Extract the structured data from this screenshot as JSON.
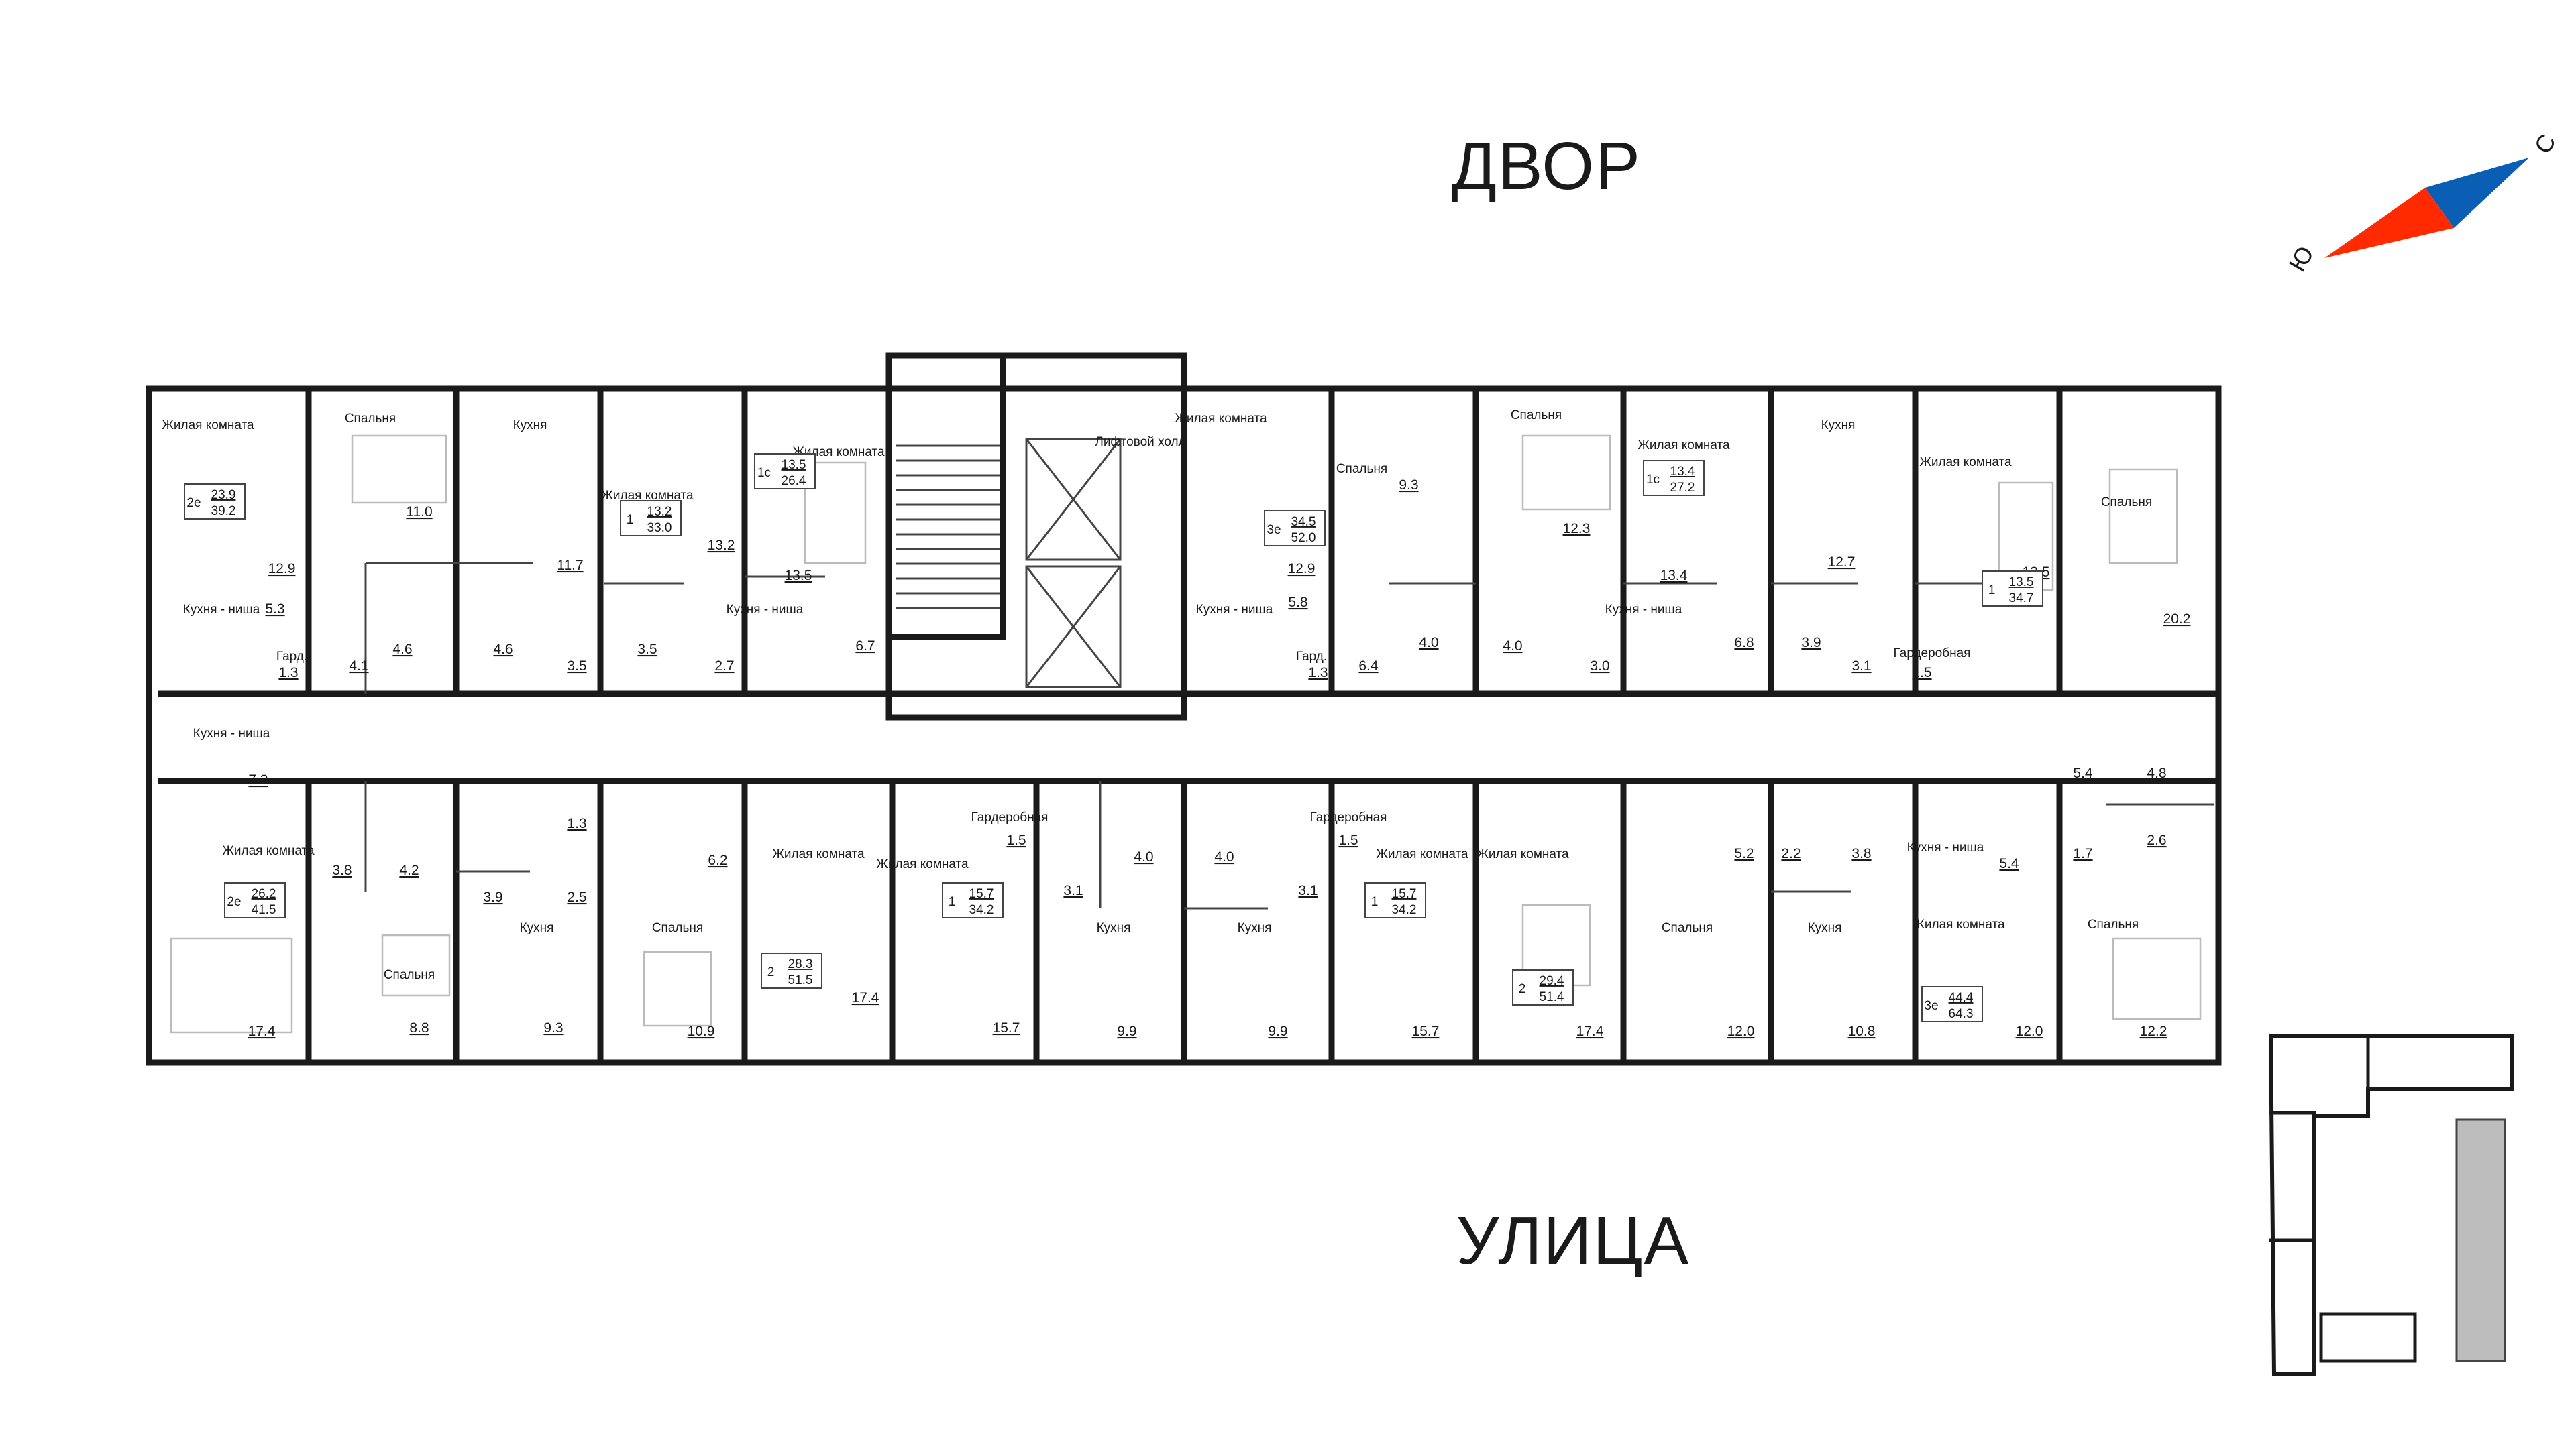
{
  "orientation": {
    "top_label": "ДВОР",
    "bottom_label": "УЛИЦА",
    "compass_north": "С",
    "compass_south": "Ю",
    "north_color": "#0a5fb4",
    "south_color": "#ff2a00"
  },
  "room_labels": [
    {
      "id": "a",
      "t": "Жилая комната"
    },
    {
      "id": "b",
      "t": "Спальня"
    },
    {
      "id": "c",
      "t": "Кухня"
    },
    {
      "id": "d",
      "t": "Жилая комната"
    },
    {
      "id": "e",
      "t": "Жилая комната"
    },
    {
      "id": "f",
      "t": "Кухня - ниша"
    },
    {
      "id": "g",
      "t": "Кухня - ниша"
    },
    {
      "id": "h",
      "t": "Лифтовой холл"
    },
    {
      "id": "i",
      "t": "Жилая комната"
    },
    {
      "id": "j",
      "t": "Спальня"
    },
    {
      "id": "k",
      "t": "Кухня - ниша"
    },
    {
      "id": "l",
      "t": "Спальня"
    },
    {
      "id": "m",
      "t": "Жилая комната"
    },
    {
      "id": "n",
      "t": "Кухня - ниша"
    },
    {
      "id": "o",
      "t": "Кухня"
    },
    {
      "id": "p",
      "t": "Жилая комната"
    },
    {
      "id": "q",
      "t": "Гардеробная"
    },
    {
      "id": "r",
      "t": "Спальня"
    },
    {
      "id": "s",
      "t": "Кухня - ниша"
    },
    {
      "id": "t",
      "t": "Жилая комната"
    },
    {
      "id": "u",
      "t": "Спальня"
    },
    {
      "id": "v",
      "t": "Кухня"
    },
    {
      "id": "w",
      "t": "Спальня"
    },
    {
      "id": "x",
      "t": "Жилая комната"
    },
    {
      "id": "y",
      "t": "Жилая комната"
    },
    {
      "id": "z",
      "t": "Гардеробная"
    },
    {
      "id": "aa",
      "t": "Кухня"
    },
    {
      "id": "ab",
      "t": "Кухня"
    },
    {
      "id": "ac",
      "t": "Гардеробная"
    },
    {
      "id": "ad",
      "t": "Жилая комната"
    },
    {
      "id": "ae",
      "t": "Жилая комната"
    },
    {
      "id": "af",
      "t": "Спальня"
    },
    {
      "id": "ag",
      "t": "Кухня"
    },
    {
      "id": "ah",
      "t": "Кухня - ниша"
    },
    {
      "id": "ai",
      "t": "Жилая комната"
    },
    {
      "id": "aj",
      "t": "Спальня"
    },
    {
      "id": "ak",
      "t": "Гард."
    },
    {
      "id": "al",
      "t": "Гард."
    }
  ],
  "areas": [
    "12.9",
    "11.0",
    "11.7",
    "13.2",
    "13.5",
    "6.7",
    "5.3",
    "4.1",
    "4.6",
    "4.6",
    "3.5",
    "3.5",
    "2.7",
    "1.3",
    "12.9",
    "9.3",
    "12.3",
    "13.4",
    "12.7",
    "13.5",
    "5.8",
    "1.3",
    "6.4",
    "4.0",
    "4.0",
    "3.0",
    "6.8",
    "3.9",
    "3.1",
    "1.5",
    "20.2",
    "7.3",
    "5.4",
    "4.8",
    "3.8",
    "4.2",
    "3.9",
    "1.3",
    "2.5",
    "6.2",
    "1.5",
    "3.1",
    "4.0",
    "4.0",
    "3.1",
    "1.5",
    "5.2",
    "2.2",
    "3.8",
    "5.4",
    "1.7",
    "2.6",
    "17.4",
    "8.8",
    "9.3",
    "10.9",
    "17.4",
    "15.7",
    "9.9",
    "9.9",
    "15.7",
    "17.4",
    "12.0",
    "10.8",
    "12.0",
    "12.2"
  ],
  "apartments": [
    {
      "id": "A1",
      "rooms": "2е",
      "living": "23.9",
      "total": "39.2"
    },
    {
      "id": "A2",
      "rooms": "1",
      "living": "13.2",
      "total": "33.0"
    },
    {
      "id": "A3",
      "rooms": "1с",
      "living": "13.5",
      "total": "26.4"
    },
    {
      "id": "A4",
      "rooms": "3е",
      "living": "34.5",
      "total": "52.0"
    },
    {
      "id": "A5",
      "rooms": "1с",
      "living": "13.4",
      "total": "27.2"
    },
    {
      "id": "A6",
      "rooms": "1",
      "living": "13.5",
      "total": "34.7"
    },
    {
      "id": "A7",
      "rooms": "2е",
      "living": "26.2",
      "total": "41.5"
    },
    {
      "id": "A8",
      "rooms": "2",
      "living": "28.3",
      "total": "51.5"
    },
    {
      "id": "A9",
      "rooms": "1",
      "living": "15.7",
      "total": "34.2"
    },
    {
      "id": "A10",
      "rooms": "1",
      "living": "15.7",
      "total": "34.2"
    },
    {
      "id": "A11",
      "rooms": "2",
      "living": "29.4",
      "total": "51.4"
    },
    {
      "id": "A12",
      "rooms": "3е",
      "living": "44.4",
      "total": "64.3"
    }
  ]
}
